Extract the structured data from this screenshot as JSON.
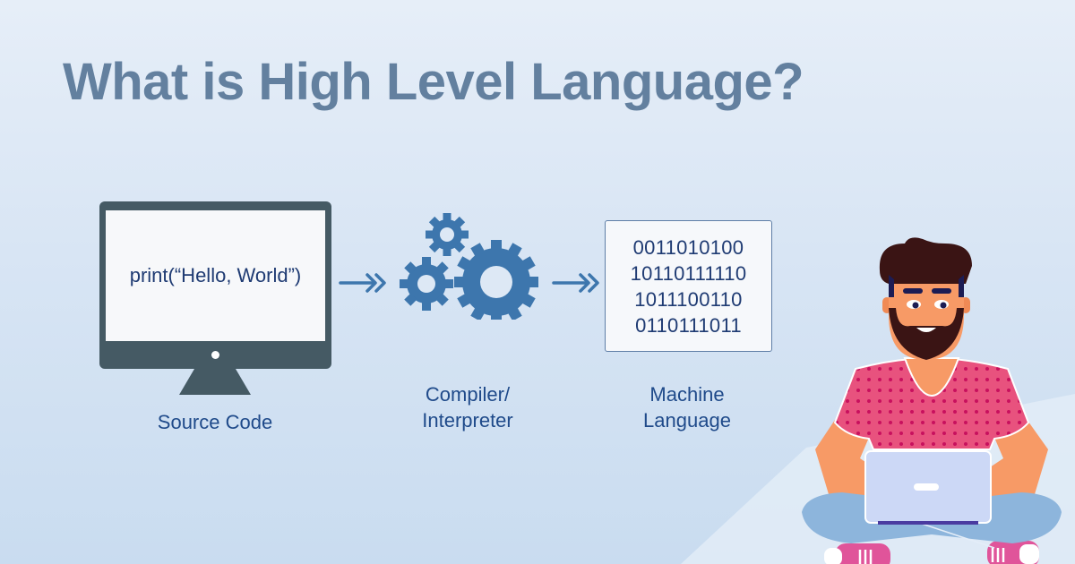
{
  "title": "What is High Level Language?",
  "diagram": {
    "steps": [
      {
        "id": "source",
        "icon": "monitor-icon",
        "content": "print(“Hello, World”)",
        "label": "Source Code"
      },
      {
        "id": "translator",
        "icon": "gears-icon",
        "label_line1": "Compiler/",
        "label_line2": "Interpreter"
      },
      {
        "id": "machine",
        "icon": "binary-box",
        "binary_lines": [
          "0011010100",
          "10110111110",
          "1011100110",
          "0110111011"
        ],
        "label_line1": "Machine",
        "label_line2": "Language"
      }
    ],
    "arrows": [
      "double-chevron-arrow",
      "double-chevron-arrow"
    ]
  },
  "illustration": {
    "subject": "bearded man sitting cross-legged with laptop",
    "shirt_color": "#e8527e",
    "skin_color": "#f79a66",
    "hair_color": "#3a1414",
    "pants_color": "#8db5dc",
    "laptop_color": "#ccd8f6"
  },
  "colors": {
    "title": "#63809f",
    "text": "#1f4a8a",
    "monitor": "#455a64",
    "gear": "#3d76ad",
    "arrow": "#3d76ad"
  }
}
